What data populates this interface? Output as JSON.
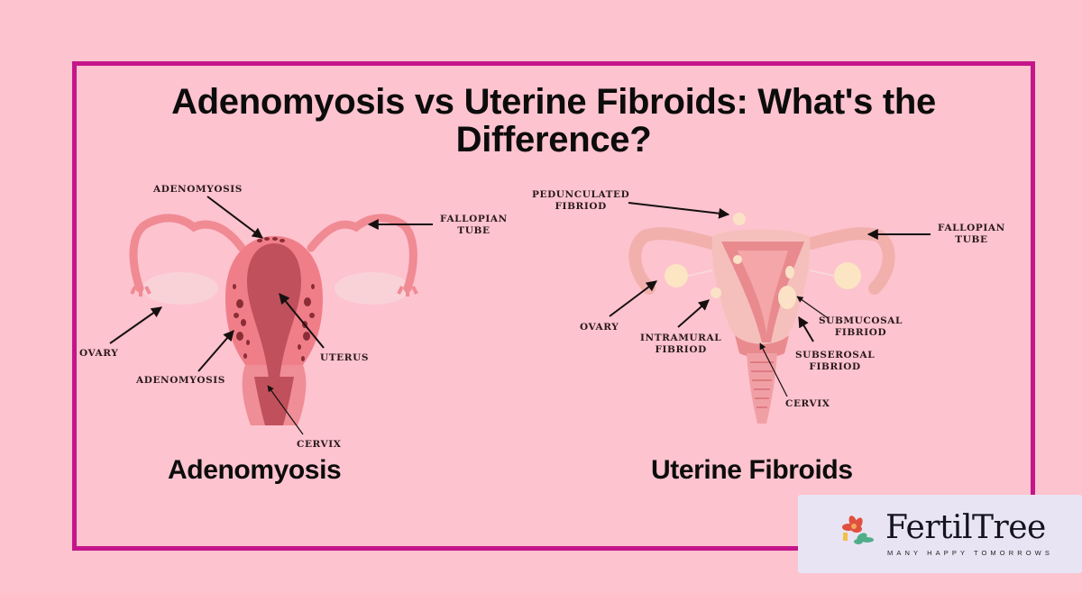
{
  "title": "Adenomyosis vs Uterine Fibroids: What's the Difference?",
  "colors": {
    "background": "#fdc3cf",
    "frame_border": "#c4168a",
    "text": "#0c0c0c",
    "logo_box": "#e9e4f3"
  },
  "left_diagram": {
    "caption": "Adenomyosis",
    "labels": {
      "adenomyosis_top": "ADENOMYOSIS",
      "fallopian_tube": "FALLOPIAN\nTUBE",
      "ovary": "OVARY",
      "adenomyosis_side": "ADENOMYOSIS",
      "uterus": "UTERUS",
      "cervix": "CERVIX"
    }
  },
  "right_diagram": {
    "caption": "Uterine Fibroids",
    "labels": {
      "pedunculated": "PEDUNCULATED\nFIBRIOD",
      "fallopian_tube": "FALLOPIAN\nTUBE",
      "ovary": "OVARY",
      "intramural": "INTRAMURAL\nFIBRIOD",
      "submucosal": "SUBMUCOSAL\nFIBRIOD",
      "subserosal": "SUBSEROSAL\nFIBRIOD",
      "cervix": "CERVIX"
    }
  },
  "logo": {
    "name": "FertilTree",
    "tagline": "MANY HAPPY TOMORROWS",
    "icon": "flower-icon"
  }
}
